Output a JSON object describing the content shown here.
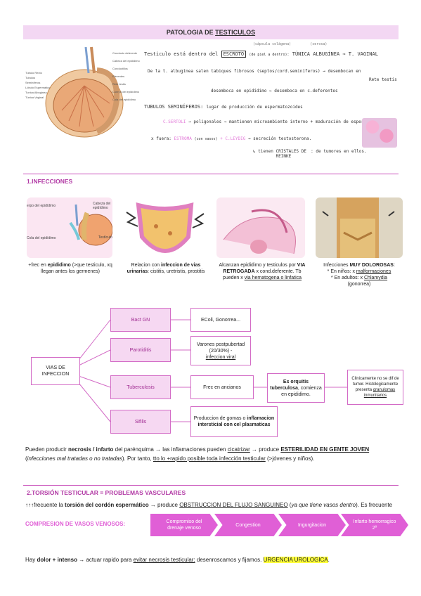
{
  "title": {
    "prefix": "PATOLOGIA DE ",
    "main": "TESTICULOS"
  },
  "anatomy": {
    "labels_left": [
      "Túbulo Recto",
      "Tubulos Seminíferos",
      "Lóbulo Espermático",
      "Tunica Albuginea",
      "Túnica Vaginal"
    ],
    "labels_right": [
      "Conducto deferente",
      "Cabeza del epidídimo",
      "Conductillos Eferentes",
      "Rete testis",
      "Cuerpo del epidídimo",
      "Cola del epidídimo"
    ]
  },
  "notes": {
    "n1": "Testiculo está dentro del",
    "n1b": "ESCROTO",
    "n1c": "(de piel a dentro):",
    "n1d": "TÚNICA ALBUGÍNEA ⇒ T. VAGINAL",
    "n1top": "(cápsula colágena)",
    "n1top2": "(serosa)",
    "n2": "De la t. albugínea salen tabiques fibrosos (septos/cord.seminíferos) → desembocan en",
    "n2b": "Rete testis",
    "n3": "desemboca en epidídimo ←  desemboca en c.deferentes",
    "n4": "TUBULOS SEMINÍFEROS:",
    "n4b": "lugar de producción de espermatozoides",
    "n5a": "C.SERTOLI",
    "n5b": "→ poligonales ⇒ mantienen microambiente interno + maduración de esperma",
    "n6a": "x fuera:",
    "n6b": "ESTROMA",
    "n6c": "(con vasos)",
    "n6d": "+ C.LEYDIG",
    "n6e": "→ secreción testosterona.",
    "n7a": "↳ tienen",
    "n7b": "CRISTALES DE REINKE",
    "n7c": ": de tumores en ellos."
  },
  "section1": {
    "heading": "1.INFECCIONES",
    "img1_labels": [
      "erpo del epidídimo",
      "Cola del epidídimo",
      "Cabeza del epidídimo",
      "Testículo"
    ],
    "cap1": {
      "a": "+frec en ",
      "b": "epididimo",
      "c": " (>que testiculo, xq llegan antes los germenes)"
    },
    "cap2": {
      "a": "Relacion con ",
      "b": "infeccion de vias urinarias",
      "c": ": cistitis, uretristis, prostitis"
    },
    "cap3": {
      "a": "Alcanzan epididimo y testiculos por ",
      "b": "VIA RETROGADA",
      "c": " x cond.deferente. Tb pueden x ",
      "d": "via hematogena o linfatica"
    },
    "cap4": {
      "a": "Infecciones ",
      "b": "MUY DOLOROSAS",
      "c": ":",
      "d": "* En niños: x ",
      "e": "malformaciones",
      "f": "* En adultos: x ",
      "g": "Chlamydia",
      "h": "(gonorrea)"
    },
    "tree": {
      "root": "VIAS DE INFECCION",
      "b1": "Bact GN",
      "b1d": "EColi, Gonorrea...",
      "b2": "Parotiditis",
      "b2d1": "Varones postpubertad (20/30%) -",
      "b2d2": "infeccion viral",
      "b3": "Tuberculosis",
      "b3d": "Frec en ancianos",
      "b3e1": "Es orquitis tuberculosa",
      "b3e2": ", comienza en epididimo.",
      "b3f1": "Clinicamente no se dif de tumor. Histologicamente presenta ",
      "b3f2": "granulomas inmunitarios",
      "b4": "Sifilis",
      "b4d1": "Produccion de gomas o ",
      "b4d2": "inflamacion intersticial con cel plasmaticas"
    },
    "para": {
      "a": "Pueden producir ",
      "b": "necrosis / infarto",
      "c": " del parénquima → las inflamaciones pueden ",
      "d": "cicatrizar",
      "e": " → produce ",
      "f": "ESTERILIDAD EN GENTE JOVEN",
      "g": " (",
      "h": "infecciones mal tratadas o no tratadas",
      "i": "). Por tanto, ",
      "j": "tto lo +rapido posible toda infección testicular",
      "k": " (>jóvenes y niños)."
    }
  },
  "section2": {
    "heading": "2.TORSIÓN TESTICULAR = PROBLEMAS VASCULARES",
    "line1": {
      "a": "↑↑↑frecuente la ",
      "b": "torsión del cordón espermático",
      "c": " → produce ",
      "d": "OBSTRUCCION DEL FLUJO SANGUINEO",
      "e": " (",
      "f": "ya que tiene vasos dentro",
      "g": "). Es frecuente"
    },
    "compresion": "COMPRESION DE VASOS VENOSOS:",
    "steps": [
      "Compromiso del drenaje venoso",
      "Congestion",
      "Ingurgitacion",
      "Infarto hemorragico 2º"
    ],
    "last": {
      "a": "Hay ",
      "b": "dolor + intenso",
      "c": " → actuar rapido para ",
      "d": "evitar necrosis testicular:",
      "e": " desenroscamos y fijamos. ",
      "f": "URGENCIA UROLOGICA",
      "g": "."
    }
  },
  "colors": {
    "accent": "#e05fd6",
    "title_bg": "#f3d7f3",
    "rule": "#c84fba",
    "highlight": "#ffff3a"
  }
}
